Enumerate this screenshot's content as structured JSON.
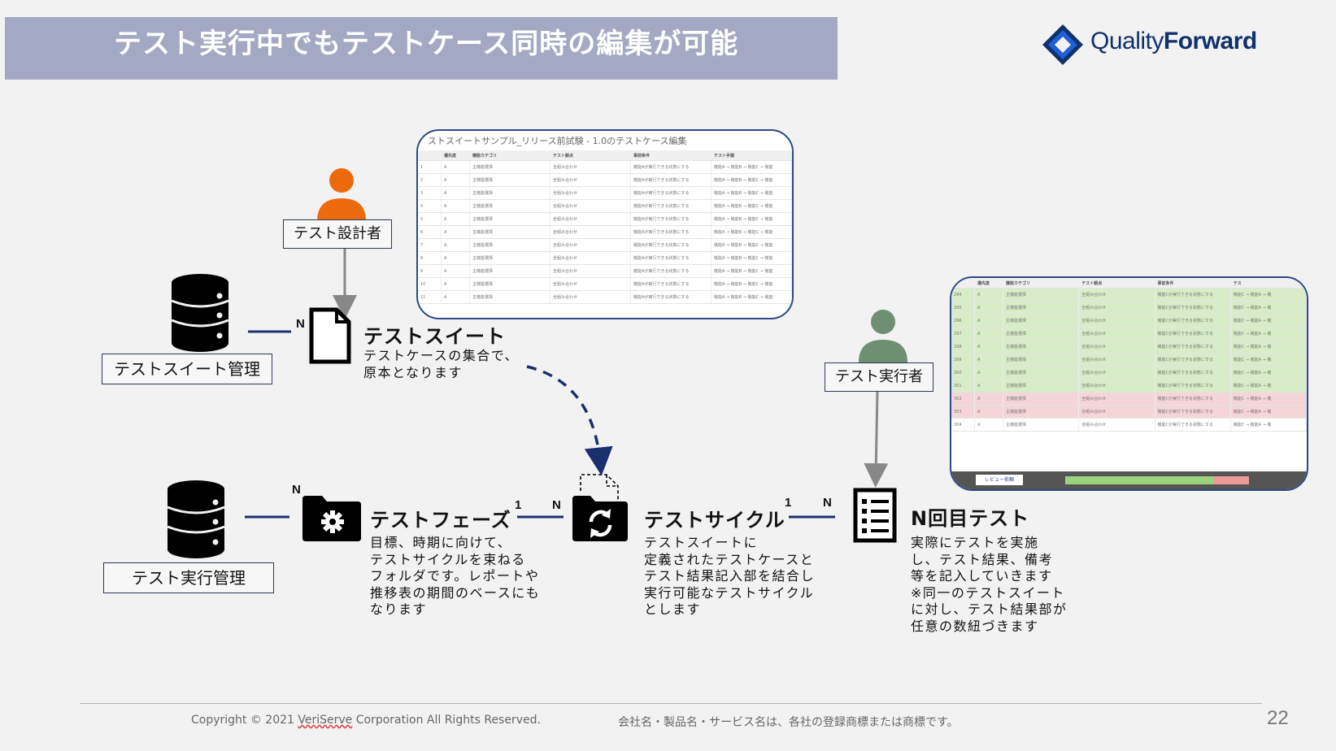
{
  "title": "テスト実行中でもテストケース同時の編集が可能",
  "brand": {
    "prefix": "Quality",
    "suffix": "Forward",
    "colors": {
      "dark": "#10316b",
      "blue": "#1f5fd8"
    }
  },
  "roles": {
    "designer": "テスト設計者",
    "executor": "テスト実行者"
  },
  "databases": {
    "suite_mgmt": "テストスイート管理",
    "exec_mgmt": "テスト実行管理"
  },
  "nodes": {
    "suite": {
      "title": "テストスイート",
      "desc": "テストケースの集合で、\n原本となります"
    },
    "phase": {
      "title": "テストフェーズ",
      "desc": "目標、時期に向けて、\nテストサイクルを束ねる\nフォルダです。レポートや\n推移表の期間のベースにも\nなります"
    },
    "cycle": {
      "title": "テストサイクル",
      "desc": "テストスイートに\n定義されたテストケースと\nテスト結果記入部を結合し\n実行可能なテストサイクル\nとします"
    },
    "nth": {
      "title": "N回目テスト",
      "desc": "実際にテストを実施\nし、テスト結果、備考\n等を記入していきます\n※同一のテストスイート\nに対し、テスト結果部が\n任意の数紐づきます"
    }
  },
  "multiplicity": {
    "one": "1",
    "many": "N"
  },
  "screenshot_left": {
    "title": "ストスイートサンプル_リリース前試験 - 1.0のテストケース編集",
    "headers": [
      "優先度",
      "機能カテゴリ",
      "テスト観点",
      "事前条件",
      "テスト手順"
    ],
    "row_ids": [
      "1",
      "2",
      "3",
      "4",
      "5",
      "6",
      "7",
      "8",
      "9",
      "10",
      "11"
    ],
    "cells": [
      "A",
      "主機能選择",
      "全組み合わせ",
      "機能Aが実行できる状態にする",
      "機能A → 機能B → 機能C → 機能"
    ]
  },
  "screenshot_right": {
    "headers": [
      "優先度",
      "機能カテゴリ",
      "テスト観点",
      "事前条件",
      "テス"
    ],
    "row_ids": [
      "294",
      "295",
      "296",
      "297",
      "298",
      "299",
      "300",
      "301",
      "302",
      "303",
      "304"
    ],
    "row_states": [
      "pass",
      "pass",
      "pass",
      "pass",
      "pass",
      "pass",
      "pass",
      "pass",
      "fail",
      "fail",
      "none"
    ],
    "cells": [
      "A",
      "主機能選择",
      "全組み合わせ",
      "機能Cが実行できる状態にする",
      "機能C → 機能A → 機"
    ],
    "review_button": "レビュー依頼"
  },
  "footer": {
    "copyright_prefix": "Copyright © 2021 ",
    "company": "VeriServe",
    "copyright_suffix": " Corporation All Rights Reserved.",
    "trademark": "会社名・製品名・サービス名は、各社の登録商標または商標です。",
    "page": "22"
  }
}
